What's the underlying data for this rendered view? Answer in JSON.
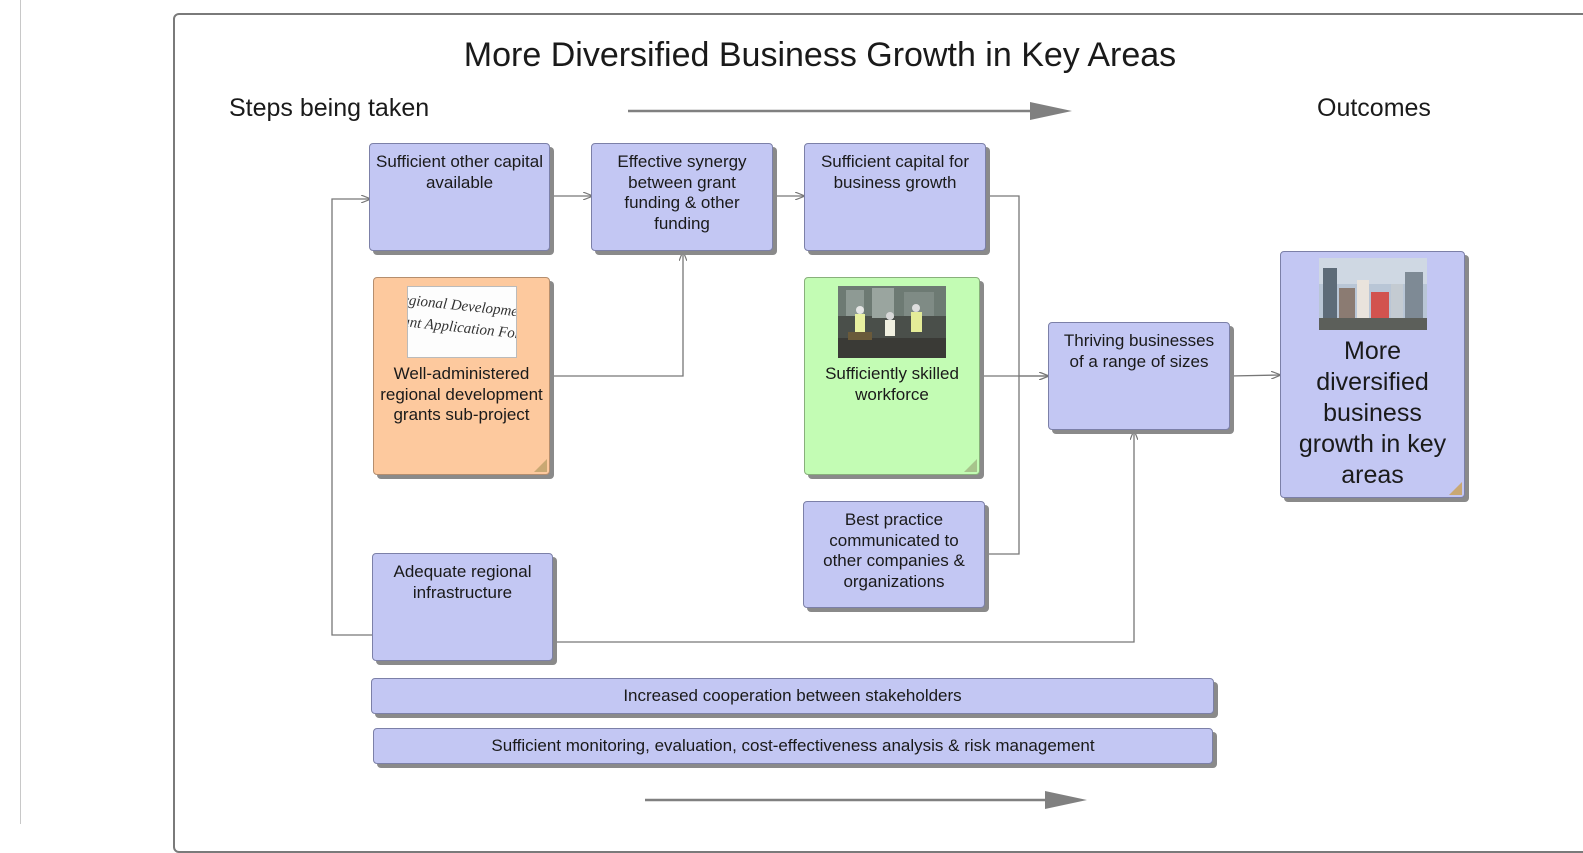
{
  "diagram": {
    "title": "More Diversified Business Growth in Key Areas",
    "left_heading": "Steps being taken",
    "right_heading": "Outcomes",
    "nodes": {
      "other_capital": "Sufficient other capital available",
      "synergy": "Effective synergy between grant funding & other funding",
      "sufficient_capital": "Sufficient capital for business growth",
      "grants": "Well-administered regional development grants sub-project",
      "grants_thumb_text": [
        "egional Developme",
        "ant Application For"
      ],
      "workforce": "Sufficiently skilled workforce",
      "thriving": "Thriving businesses of a range of sizes",
      "outcome": "More diversified business growth in key areas",
      "best_practice": "Best practice communicated to other companies & organizations",
      "infrastructure": "Adequate regional infrastructure",
      "cooperation": "Increased cooperation between stakeholders",
      "monitoring": "Sufficient monitoring, evaluation, cost-effectiveness analysis & risk management"
    },
    "colors": {
      "box_blue": "#c3c7f3",
      "box_orange": "#fdc99e",
      "box_green": "#c3fcb4",
      "connector": "#777777"
    },
    "icons": [
      "document-thumbnail",
      "workers-photo",
      "city-photo",
      "resize-corner-icon"
    ]
  }
}
